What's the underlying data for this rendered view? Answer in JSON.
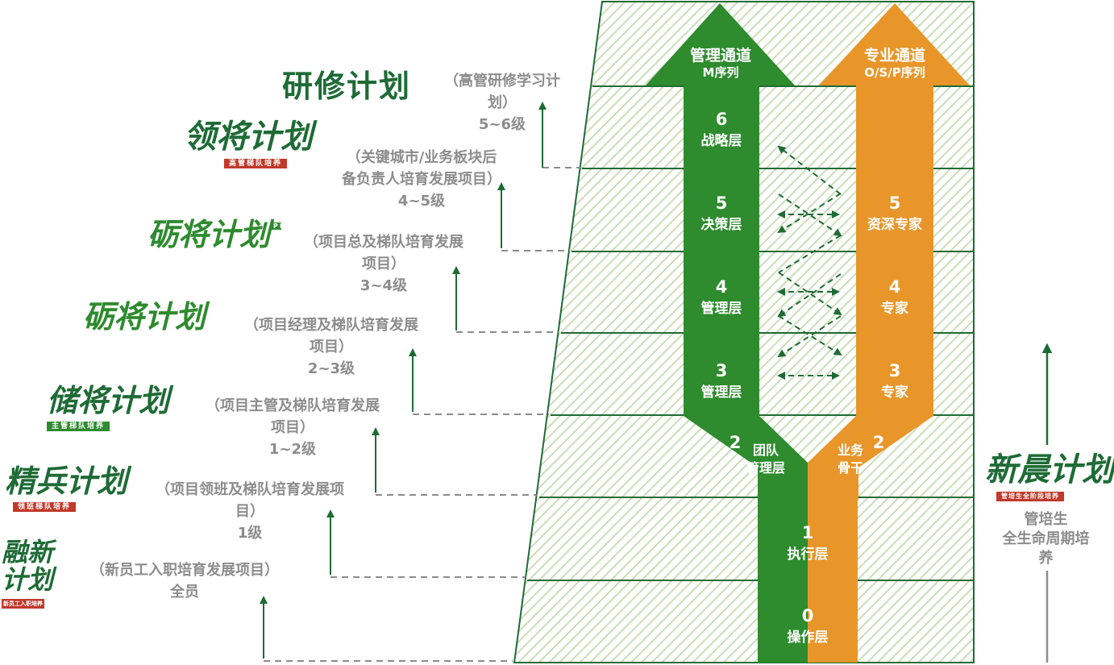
{
  "title": "研修计划",
  "plans": [
    {
      "logo": "领将计划",
      "logo_tag": "高管梯队培养",
      "lines": [
        "（高管研修学习计",
        "划）"
      ],
      "level": "5~6级"
    },
    {
      "logo": "砺将计划",
      "logo_tag": "PRO",
      "lines": [
        "（关键城市/业务板块后",
        "备负责人培育发展项目）"
      ],
      "level": "4~5级"
    },
    {
      "logo": "砺将计划",
      "logo_tag": "",
      "lines": [
        "（项目总及梯队培育发展",
        "项目）"
      ],
      "level": "3~4级"
    },
    {
      "logo": "储将计划",
      "logo_tag": "主管梯队培养",
      "lines": [
        "（项目经理及梯队培育发展",
        "项目）"
      ],
      "level": "2~3级"
    },
    {
      "logo": "精兵计划",
      "logo_tag": "领班梯队培养",
      "lines": [
        "（项目主管及梯队培育发展",
        "项目）"
      ],
      "level": "1~2级"
    },
    {
      "logo": "融新计划",
      "logo_tag": "新员工入职培养",
      "lines": [
        "（项目领班及梯队培育发展项",
        "目）"
      ],
      "level": "1级"
    },
    {
      "logo": "",
      "logo_tag": "",
      "lines": [
        "（新员工入职培育发展项目）"
      ],
      "level": "全员"
    }
  ],
  "channels": {
    "management": {
      "title": "管理通道",
      "sub": "M序列",
      "color": "#2e8b2e"
    },
    "professional": {
      "title": "专业通道",
      "sub": "O/S/P序列",
      "color": "#e8962a"
    }
  },
  "management_levels": [
    {
      "num": "6",
      "name": "战略层"
    },
    {
      "num": "5",
      "name": "决策层"
    },
    {
      "num": "4",
      "name": "管理层"
    },
    {
      "num": "3",
      "name": "管理层"
    }
  ],
  "professional_levels": [
    {
      "num": "5",
      "name": "资深专家"
    },
    {
      "num": "4",
      "name": "专家"
    },
    {
      "num": "3",
      "name": "专家"
    }
  ],
  "level2": {
    "mgmt_num": "2",
    "mgmt_lines": [
      "团队",
      "管理层"
    ],
    "pro_num": "2",
    "pro_lines": [
      "业务",
      "骨干"
    ]
  },
  "shared_levels": [
    {
      "num": "1",
      "name": "执行层"
    },
    {
      "num": "0",
      "name": "操作层"
    }
  ],
  "side_program": {
    "logo": "新晨计划",
    "logo_tag": "管培生全阶段培养",
    "lines": [
      "管培生",
      "全生命周期培",
      "养"
    ]
  },
  "colors": {
    "dark_green": "#1e6b35",
    "green": "#2e8b2e",
    "orange": "#e8962a",
    "gray": "#8c8c8c",
    "hatch": "#c8dcb0"
  }
}
